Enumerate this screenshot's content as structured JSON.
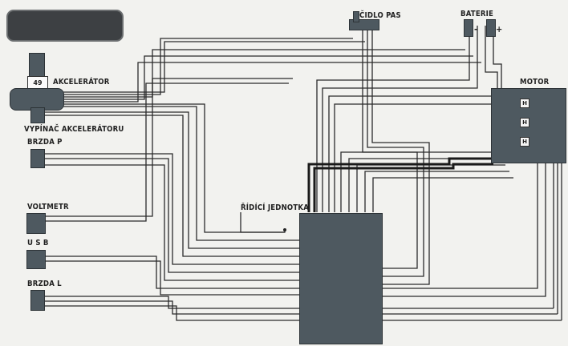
{
  "logo": {
    "text": ""
  },
  "labels": {
    "akcelerator": "AKCELERÁTOR",
    "vypinac": "VYPÍNAČ AKCELERÁTORU",
    "brzda_p": "BRZDA P",
    "voltmetr": "VOLTMETR",
    "usb": "U S B",
    "brzda_l": "BRZDA L",
    "cidlo_pas": "ČIDLO PAS",
    "baterie": "BATERIE",
    "motor": "MOTOR",
    "ridici_jednotka": "ŘÍDÍCÍ JEDNOTKA"
  },
  "accelerator_box": "49",
  "motor_terminals": [
    "H",
    "H",
    "H"
  ],
  "battery_terminals": [
    "-",
    "+"
  ]
}
